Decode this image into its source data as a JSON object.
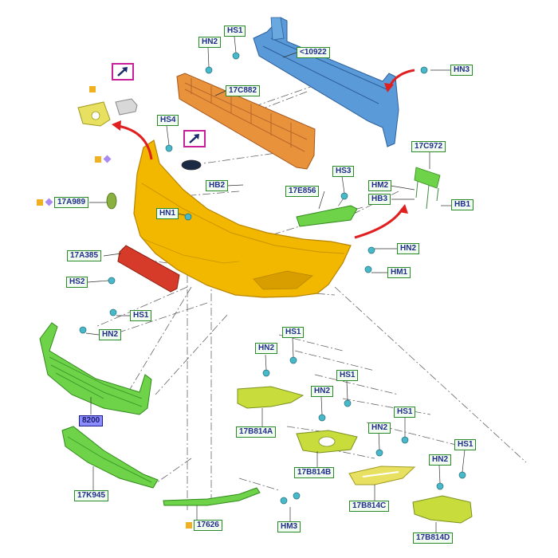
{
  "callouts": {
    "hs1_top": "HS1",
    "hn2_top": "HN2",
    "l10922": "<10922",
    "hn3": "HN3",
    "l17c882": "17C882",
    "hs4": "HS4",
    "hb2": "HB2",
    "l17c972": "17C972",
    "hs3": "HS3",
    "hm2": "HM2",
    "l17e856": "17E856",
    "hb3": "HB3",
    "hb1": "HB1",
    "l17a989": "17A989",
    "hn1": "HN1",
    "hn2_right": "HN2",
    "l17a385": "17A385",
    "hm1": "HM1",
    "hs2": "HS2",
    "hs1_grille": "HS1",
    "hn2_grille": "HN2",
    "hn2_a": "HN2",
    "hs1_a": "HS1",
    "hs1_b": "HS1",
    "hn2_b": "HN2",
    "l8200": "8200",
    "l17b814a": "17B814A",
    "hs1_c": "HS1",
    "hn2_c": "HN2",
    "l17b814b": "17B814B",
    "hs1_d": "HS1",
    "hn2_d": "HN2",
    "l17b814c": "17B814C",
    "l17k945": "17K945",
    "l17b814d": "17B814D",
    "l17626": "17626",
    "hm3": "HM3"
  },
  "colors": {
    "bumper": "#f2b800",
    "absorber": "#e8923c",
    "beam": "#5a9ad8",
    "grille": "#6fd34a",
    "bezel": "#c8dc3c",
    "reinforcement": "#d63a28",
    "arrow": "#e02020",
    "fastener": "#49b8c8",
    "marker_square": "#f0b020",
    "marker_diamond": "#a88af0",
    "ref_border": "#c8209a"
  },
  "icons": {
    "reference": "external-reference-icon",
    "square": "square-marker-icon",
    "diamond": "diamond-marker-icon"
  }
}
